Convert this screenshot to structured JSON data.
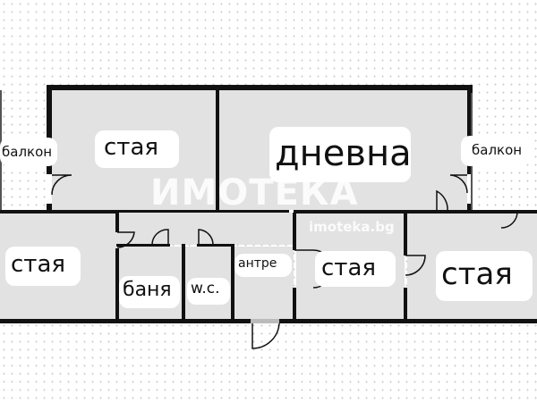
{
  "plan": {
    "rooms": {
      "balcony_left": "балкон",
      "room_top_left": "стая",
      "living_room": "дневна",
      "balcony_right": "балкон",
      "room_left": "стая",
      "bathroom": "баня",
      "toilet": "w.c.",
      "hallway": "антре",
      "room_middle": "стая",
      "room_right": "стая"
    },
    "colors": {
      "room_fill": "#e2e2e2",
      "wall": "#111111",
      "background": "#ffffff"
    }
  },
  "watermark": {
    "logo": "ИМОТЕКА",
    "site": "imoteka.bg"
  }
}
